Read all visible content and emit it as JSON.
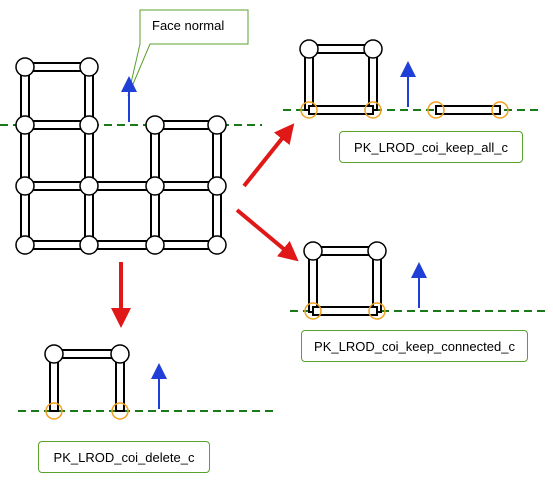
{
  "callout": {
    "text": "Face normal"
  },
  "labels": {
    "keep_all": "PK_LROD_coi_keep_all_c",
    "keep_connected": "PK_LROD_coi_keep_connected_c",
    "delete": "PK_LROD_coi_delete_c"
  },
  "colors": {
    "plane_line": "#1a7a1a",
    "normal_arrow": "#1f3fd6",
    "transition_arrow": "#e01818",
    "coincident_ring": "#f0a020",
    "label_border": "#5aa02c",
    "rod": "#000000",
    "node_fill": "#ffffff"
  }
}
